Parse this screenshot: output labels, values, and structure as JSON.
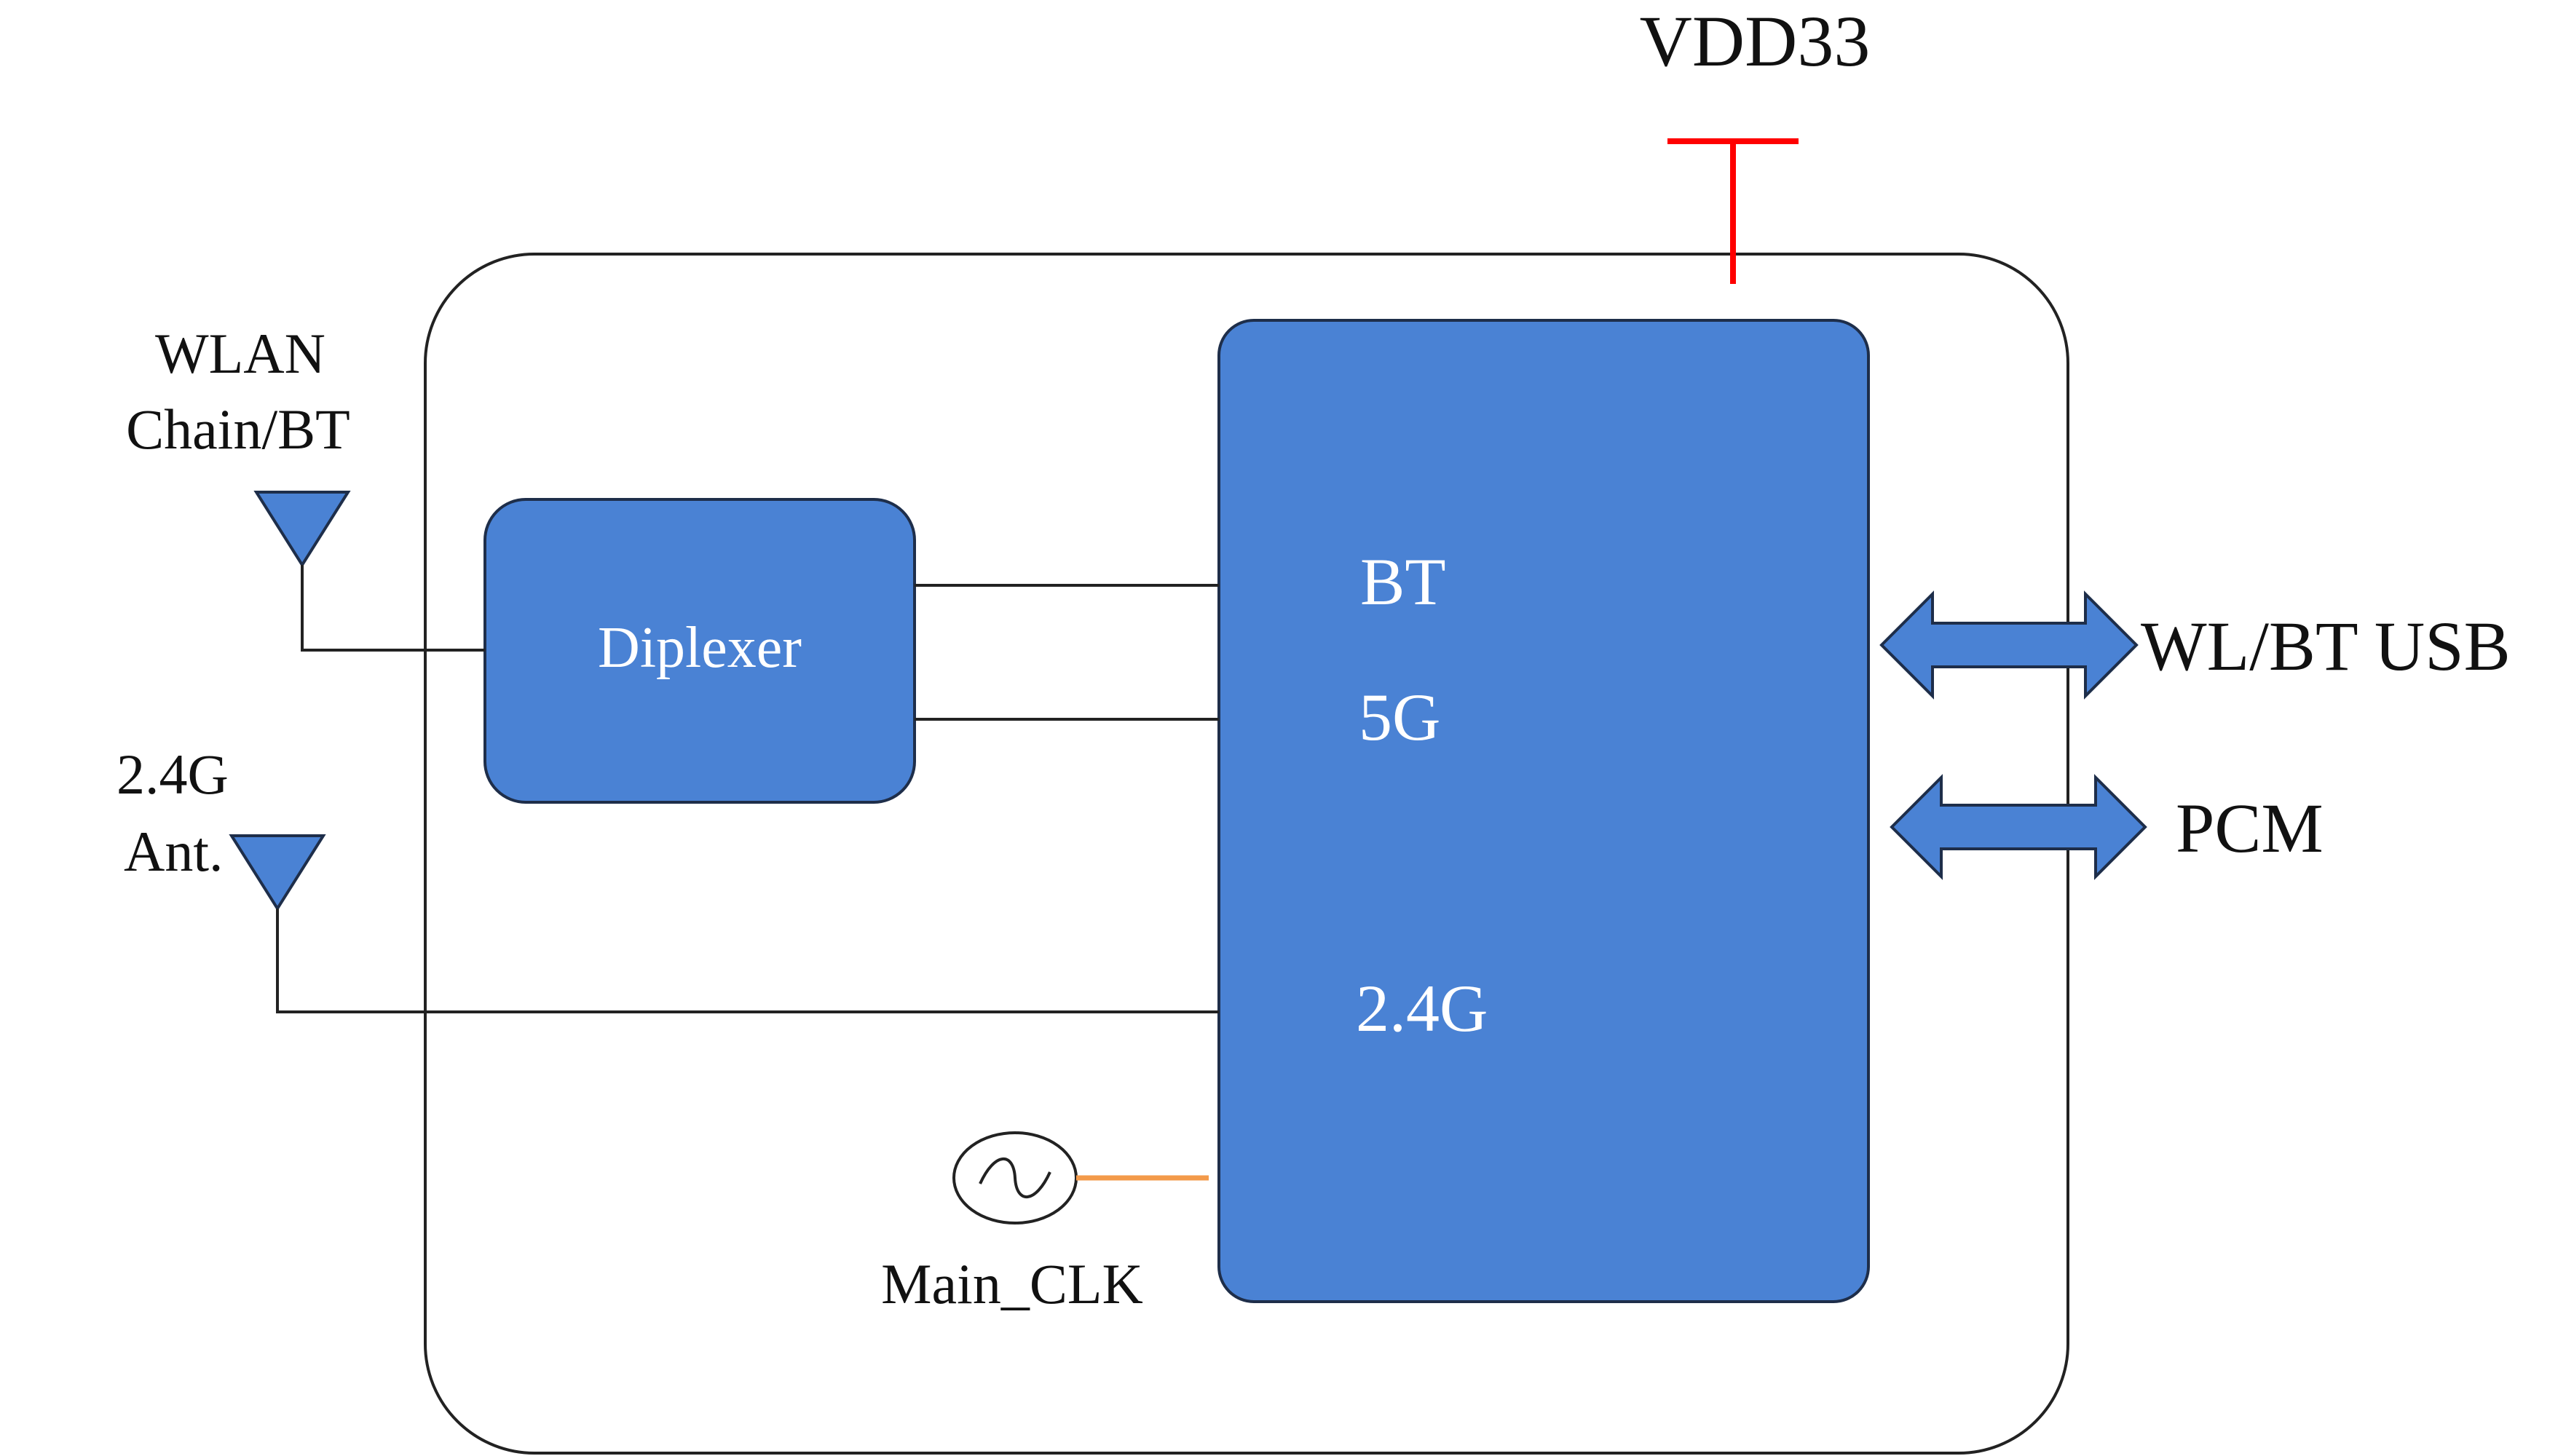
{
  "power": {
    "label": "VDD33",
    "color": "#ff0000"
  },
  "antennas": {
    "wlan": {
      "line1": "WLAN",
      "line2": "Chain/BT"
    },
    "g24": {
      "line1": "2.4G",
      "line2": "Ant."
    }
  },
  "diplexer": {
    "label": "Diplexer"
  },
  "chip": {
    "bt": "BT",
    "g5": "5G",
    "g24": "2.4G"
  },
  "interfaces": {
    "usb": "WL/BT USB",
    "pcm": "PCM"
  },
  "clock": {
    "label": "Main_CLK",
    "color": "#f39a4a"
  },
  "colors": {
    "block_fill": "#4a82d4",
    "block_stroke": "#1e2e4a",
    "line": "#222222"
  }
}
